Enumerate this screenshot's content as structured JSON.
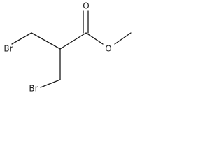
{
  "molecule": {
    "atoms": {
      "br_upper": "Br",
      "br_lower": "Br",
      "carbonyl_oxygen": "O",
      "ester_oxygen": "O"
    }
  }
}
